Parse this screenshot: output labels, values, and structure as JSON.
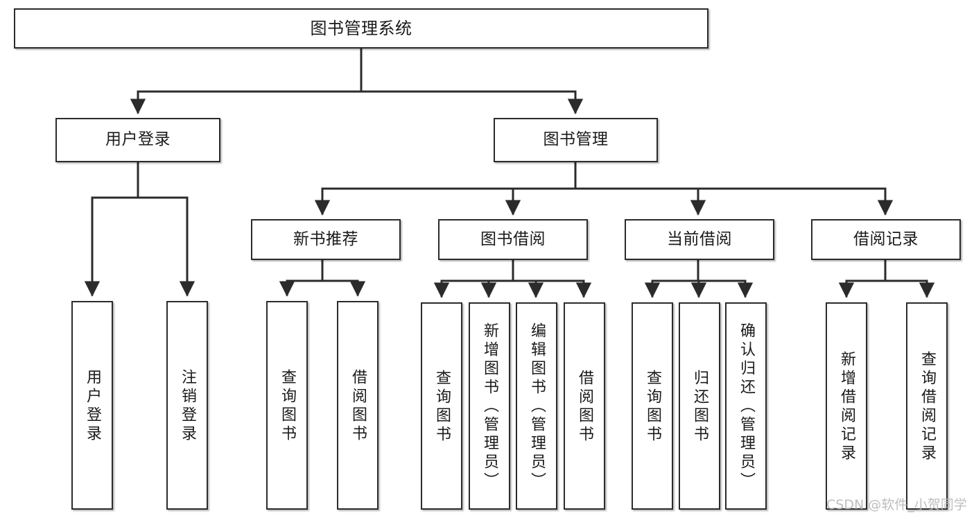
{
  "diagram": {
    "type": "tree-hierarchy",
    "title": "图书管理系统",
    "orientation": "top-down",
    "colors": {
      "node_border": "#2b2b2b",
      "node_fill": "#ffffff",
      "edge": "#2b2b2b",
      "text": "#1a1a1a",
      "watermark": "#b8b8b8"
    },
    "root": {
      "label": "图书管理系统"
    },
    "level1": [
      {
        "label": "用户登录"
      },
      {
        "label": "图书管理"
      }
    ],
    "level2": [
      {
        "label": "新书推荐"
      },
      {
        "label": "图书借阅"
      },
      {
        "label": "当前借阅"
      },
      {
        "label": "借阅记录"
      }
    ],
    "leaves": {
      "user_login": [
        {
          "label": "用户登录"
        },
        {
          "label": "注销登录"
        }
      ],
      "new_book_recommend": [
        {
          "label": "查询图书"
        },
        {
          "label": "借阅图书"
        }
      ],
      "book_borrow": [
        {
          "label": "查询图书"
        },
        {
          "label": "新增图书（管理员）"
        },
        {
          "label": "编辑图书（管理员）"
        },
        {
          "label": "借阅图书"
        }
      ],
      "current_borrow": [
        {
          "label": "查询图书"
        },
        {
          "label": "归还图书"
        },
        {
          "label": "确认归还（管理员）"
        }
      ],
      "borrow_record": [
        {
          "label": "新增借阅记录"
        },
        {
          "label": "查询借阅记录"
        }
      ]
    }
  },
  "watermark": {
    "text": "CSDN @软件_小贺同学"
  }
}
